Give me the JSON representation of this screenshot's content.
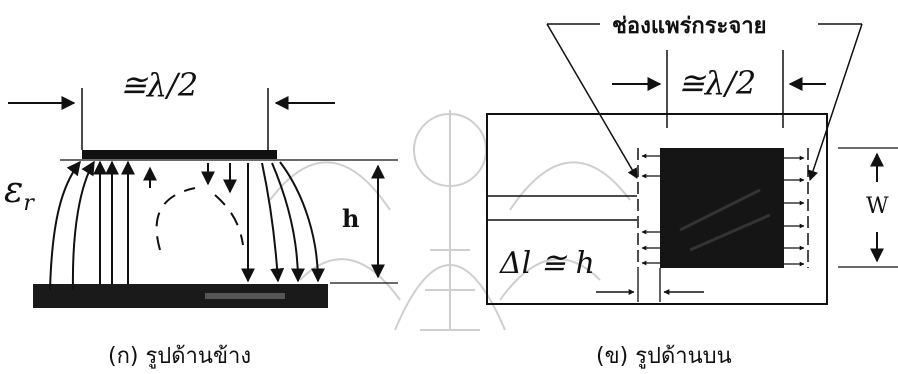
{
  "side_view": {
    "width_label": "≅λ/2",
    "epsilon_label": "ε",
    "epsilon_sub": "r",
    "height_label": "h",
    "caption": "(ก) รูปด้านข้าง"
  },
  "top_view": {
    "slot_label": "ช่องแพร่กระจาย",
    "width_label": "≅λ/2",
    "dim_w_label": "W",
    "delta_l_label": "Δl ≅ h",
    "caption": "(ข) รูปด้านบน"
  },
  "colors": {
    "ink": "#111111",
    "watermark": "#c8c8c8"
  }
}
